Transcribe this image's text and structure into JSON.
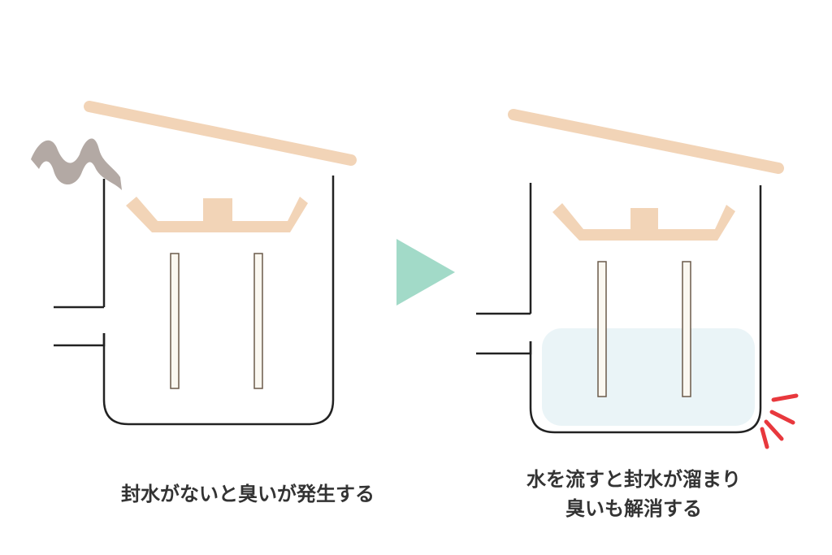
{
  "colors": {
    "background": "#ffffff",
    "outline": "#222222",
    "lid": "#f2d4b7",
    "drain_trap": "#f2d4b7",
    "rod_fill": "#fbf8f1",
    "rod_stroke": "#6b5a4a",
    "odor_smoke": "#b3a9a4",
    "arrow": "#a2dac8",
    "water": "#eaf4f7",
    "alert_marks": "#e8383d",
    "caption_text": "#333333"
  },
  "icons": {
    "odor": "odor-smoke-icon",
    "arrow": "play-triangle-icon",
    "alert": "alert-burst-icon"
  },
  "panels": [
    {
      "state": "no-seal-water",
      "caption_lines": [
        "封水がないと臭いが発生する"
      ]
    },
    {
      "state": "seal-water-filled",
      "caption_lines": [
        "水を流すと封水が溜まり",
        "臭いも解消する"
      ]
    }
  ]
}
